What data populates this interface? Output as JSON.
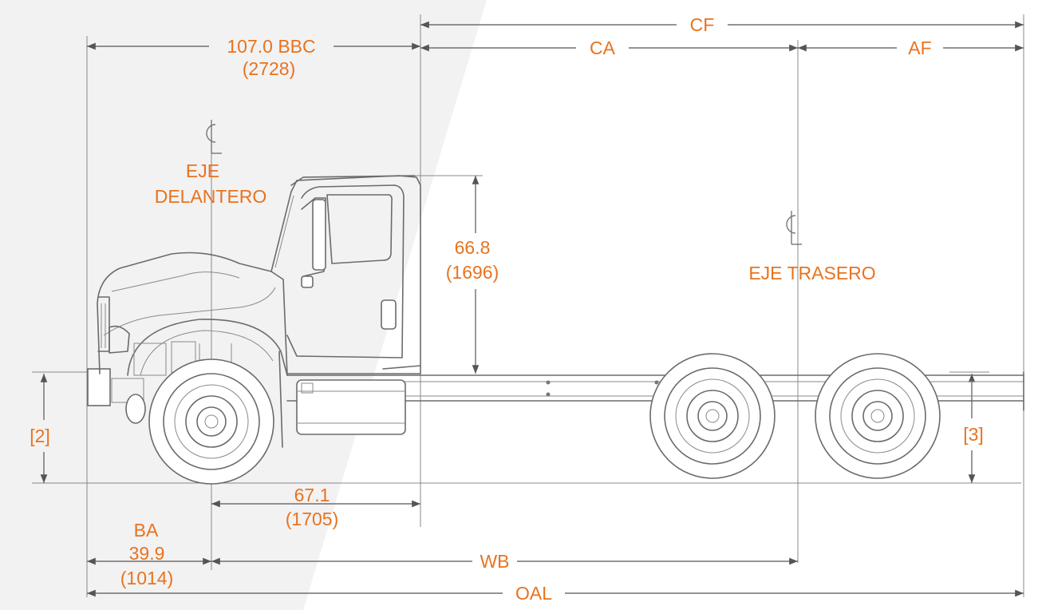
{
  "labels": {
    "cf": "CF",
    "ca": "CA",
    "af": "AF",
    "bbc": "107.0  BBC",
    "bbc_mm": "(2728)",
    "front_axle_line1": "EJE",
    "front_axle_line2": "DELANTERO",
    "cab_height": "66.8",
    "cab_height_mm": "(1696)",
    "rear_axle": "EJE TRASERO",
    "front_frame_height": "[2]",
    "rear_frame_height": "[3]",
    "axle_to_cab": "67.1",
    "axle_to_cab_mm": "(1705)",
    "ba": "BA",
    "ba_value": "39.9",
    "ba_mm": "(1014)",
    "wb": "WB",
    "oal": "OAL"
  },
  "colors": {
    "label": "#e8731f",
    "line": "#555555",
    "background_band": "#f2f2f2"
  },
  "icons": {
    "centerline": "centerline-symbol"
  }
}
